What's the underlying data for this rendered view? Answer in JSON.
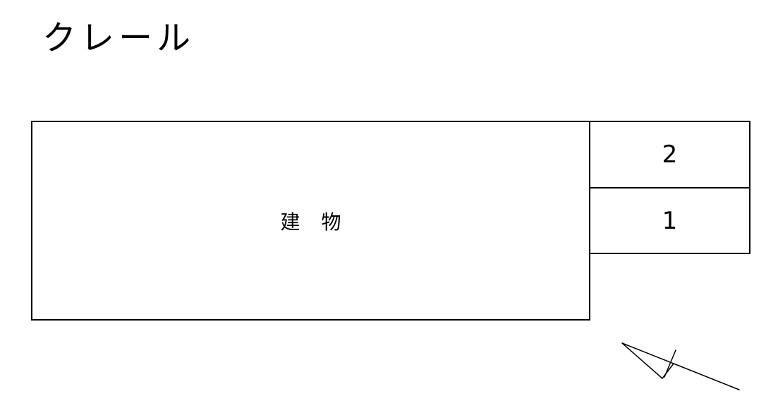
{
  "title": "クレール",
  "building": {
    "label": "建物"
  },
  "parking": {
    "spaces": [
      {
        "label": "2"
      },
      {
        "label": "1"
      }
    ]
  },
  "compass": {
    "icon": "north-arrow-icon"
  }
}
